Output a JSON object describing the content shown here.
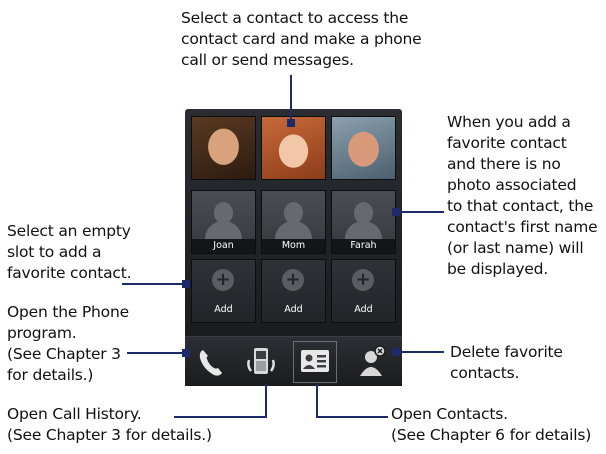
{
  "callouts": {
    "select_contact": "Select a contact to access the\ncontact card and make a phone\ncall or send messages.",
    "favorite_name": "When you add a\nfavorite contact\nand there is no\nphoto associated\nto that contact, the\ncontact's first name\n(or last name) will\nbe displayed.",
    "empty_slot": "Select an empty\nslot to add a\nfavorite contact.",
    "phone_program": "Open the Phone\nprogram.\n(See Chapter 3\nfor details.)",
    "delete_favorites": "Delete favorite\ncontacts.",
    "call_history": "Open Call History.\n(See Chapter 3 for details.)",
    "contacts": "Open Contacts.\n(See Chapter 6 for details)"
  },
  "favorites": {
    "names": [
      "Joan",
      "Mom",
      "Farah"
    ],
    "add_label": "Add"
  },
  "toolbar": {
    "buttons": [
      "phone-icon",
      "call-history-icon",
      "contacts-card-icon",
      "delete-favorite-icon"
    ]
  },
  "colors": {
    "leader_line": "#1f2a6b",
    "panel_bg": "#1d1f22",
    "label_text": "#ffffff"
  }
}
